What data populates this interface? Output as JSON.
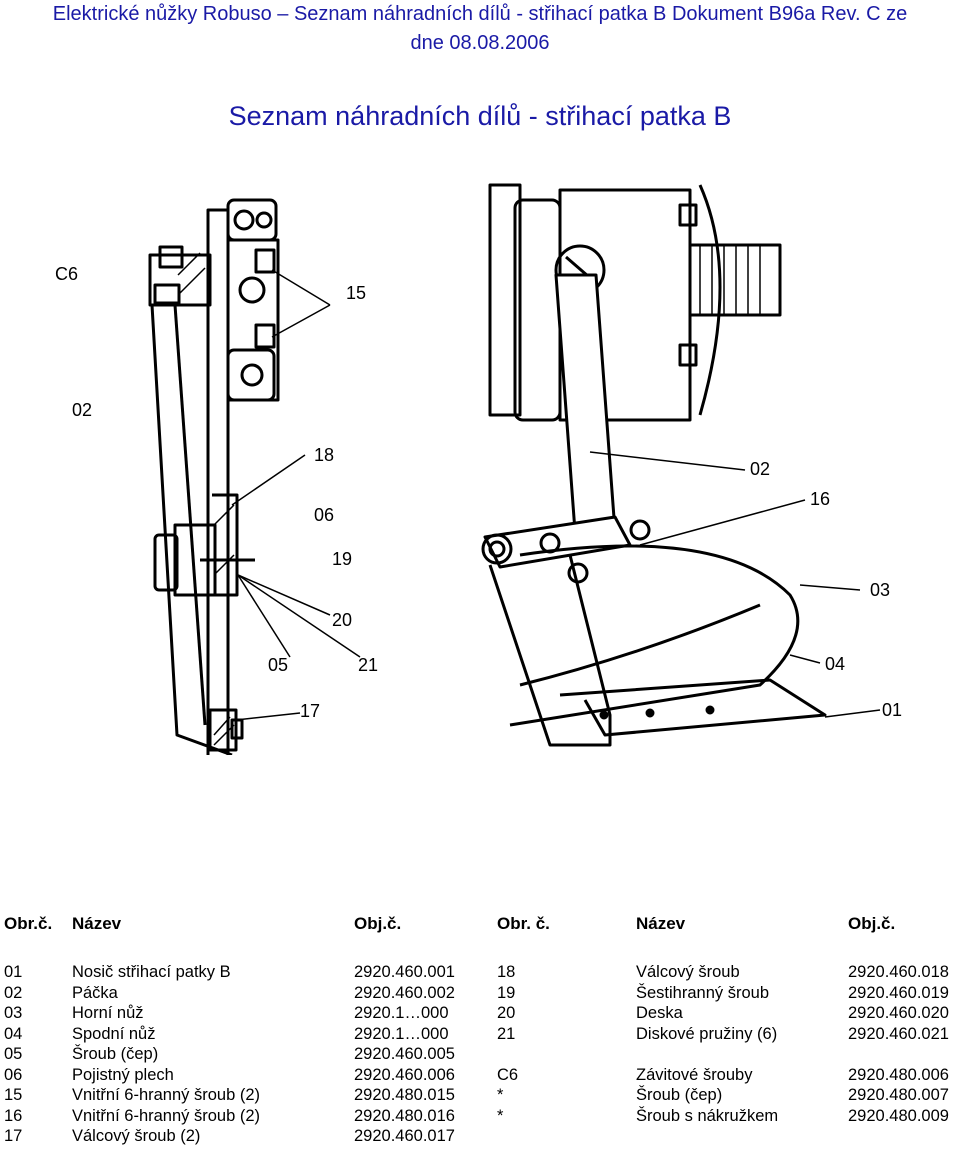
{
  "header": {
    "line1": "Elektrické nůžky Robuso – Seznam náhradních dílů - střihací patka B Dokument B96a Rev. C ze",
    "line2": "dne 08.08.2006"
  },
  "title": "Seznam náhradních dílů - střihací patka B",
  "callouts": {
    "c6": "C6",
    "p15": "15",
    "p02_left": "02",
    "p18": "18",
    "p06": "06",
    "p19": "19",
    "p20": "20",
    "p05": "05",
    "p21": "21",
    "p17": "17",
    "p02_right": "02",
    "p16": "16",
    "p03": "03",
    "p04": "04",
    "p01": "01"
  },
  "table": {
    "headers": [
      "Obr.č.",
      "Název",
      "Obj.č.",
      "Obr. č.",
      "Název",
      "Obj.č."
    ],
    "left_rows": [
      [
        "01",
        "Nosič střihací patky B",
        "2920.460.001"
      ],
      [
        "02",
        "Páčka",
        "2920.460.002"
      ],
      [
        "03",
        "Horní nůž",
        "2920.1…000"
      ],
      [
        "04",
        "Spodní nůž",
        "2920.1…000"
      ],
      [
        "05",
        "Šroub (čep)",
        "2920.460.005"
      ],
      [
        "06",
        "Pojistný plech",
        "2920.460.006"
      ],
      [
        "15",
        "Vnitřní 6-hranný šroub (2)",
        "2920.480.015"
      ],
      [
        "16",
        "Vnitřní 6-hranný šroub (2)",
        "2920.480.016"
      ],
      [
        "17",
        "Válcový šroub (2)",
        "2920.460.017"
      ]
    ],
    "right_rows": [
      [
        "18",
        "Válcový šroub",
        "2920.460.018"
      ],
      [
        "19",
        "Šestihranný šroub",
        "2920.460.019"
      ],
      [
        "20",
        "Deska",
        "2920.460.020"
      ],
      [
        "21",
        "Diskové pružiny (6)",
        "2920.460.021"
      ],
      [
        "",
        "",
        ""
      ],
      [
        "C6",
        "Závitové šrouby",
        "2920.480.006"
      ],
      [
        "*",
        "Šroub (čep)",
        "2920.480.007"
      ],
      [
        "*",
        "Šroub s nákružkem",
        "2920.480.009"
      ],
      [
        "",
        "",
        ""
      ]
    ]
  }
}
